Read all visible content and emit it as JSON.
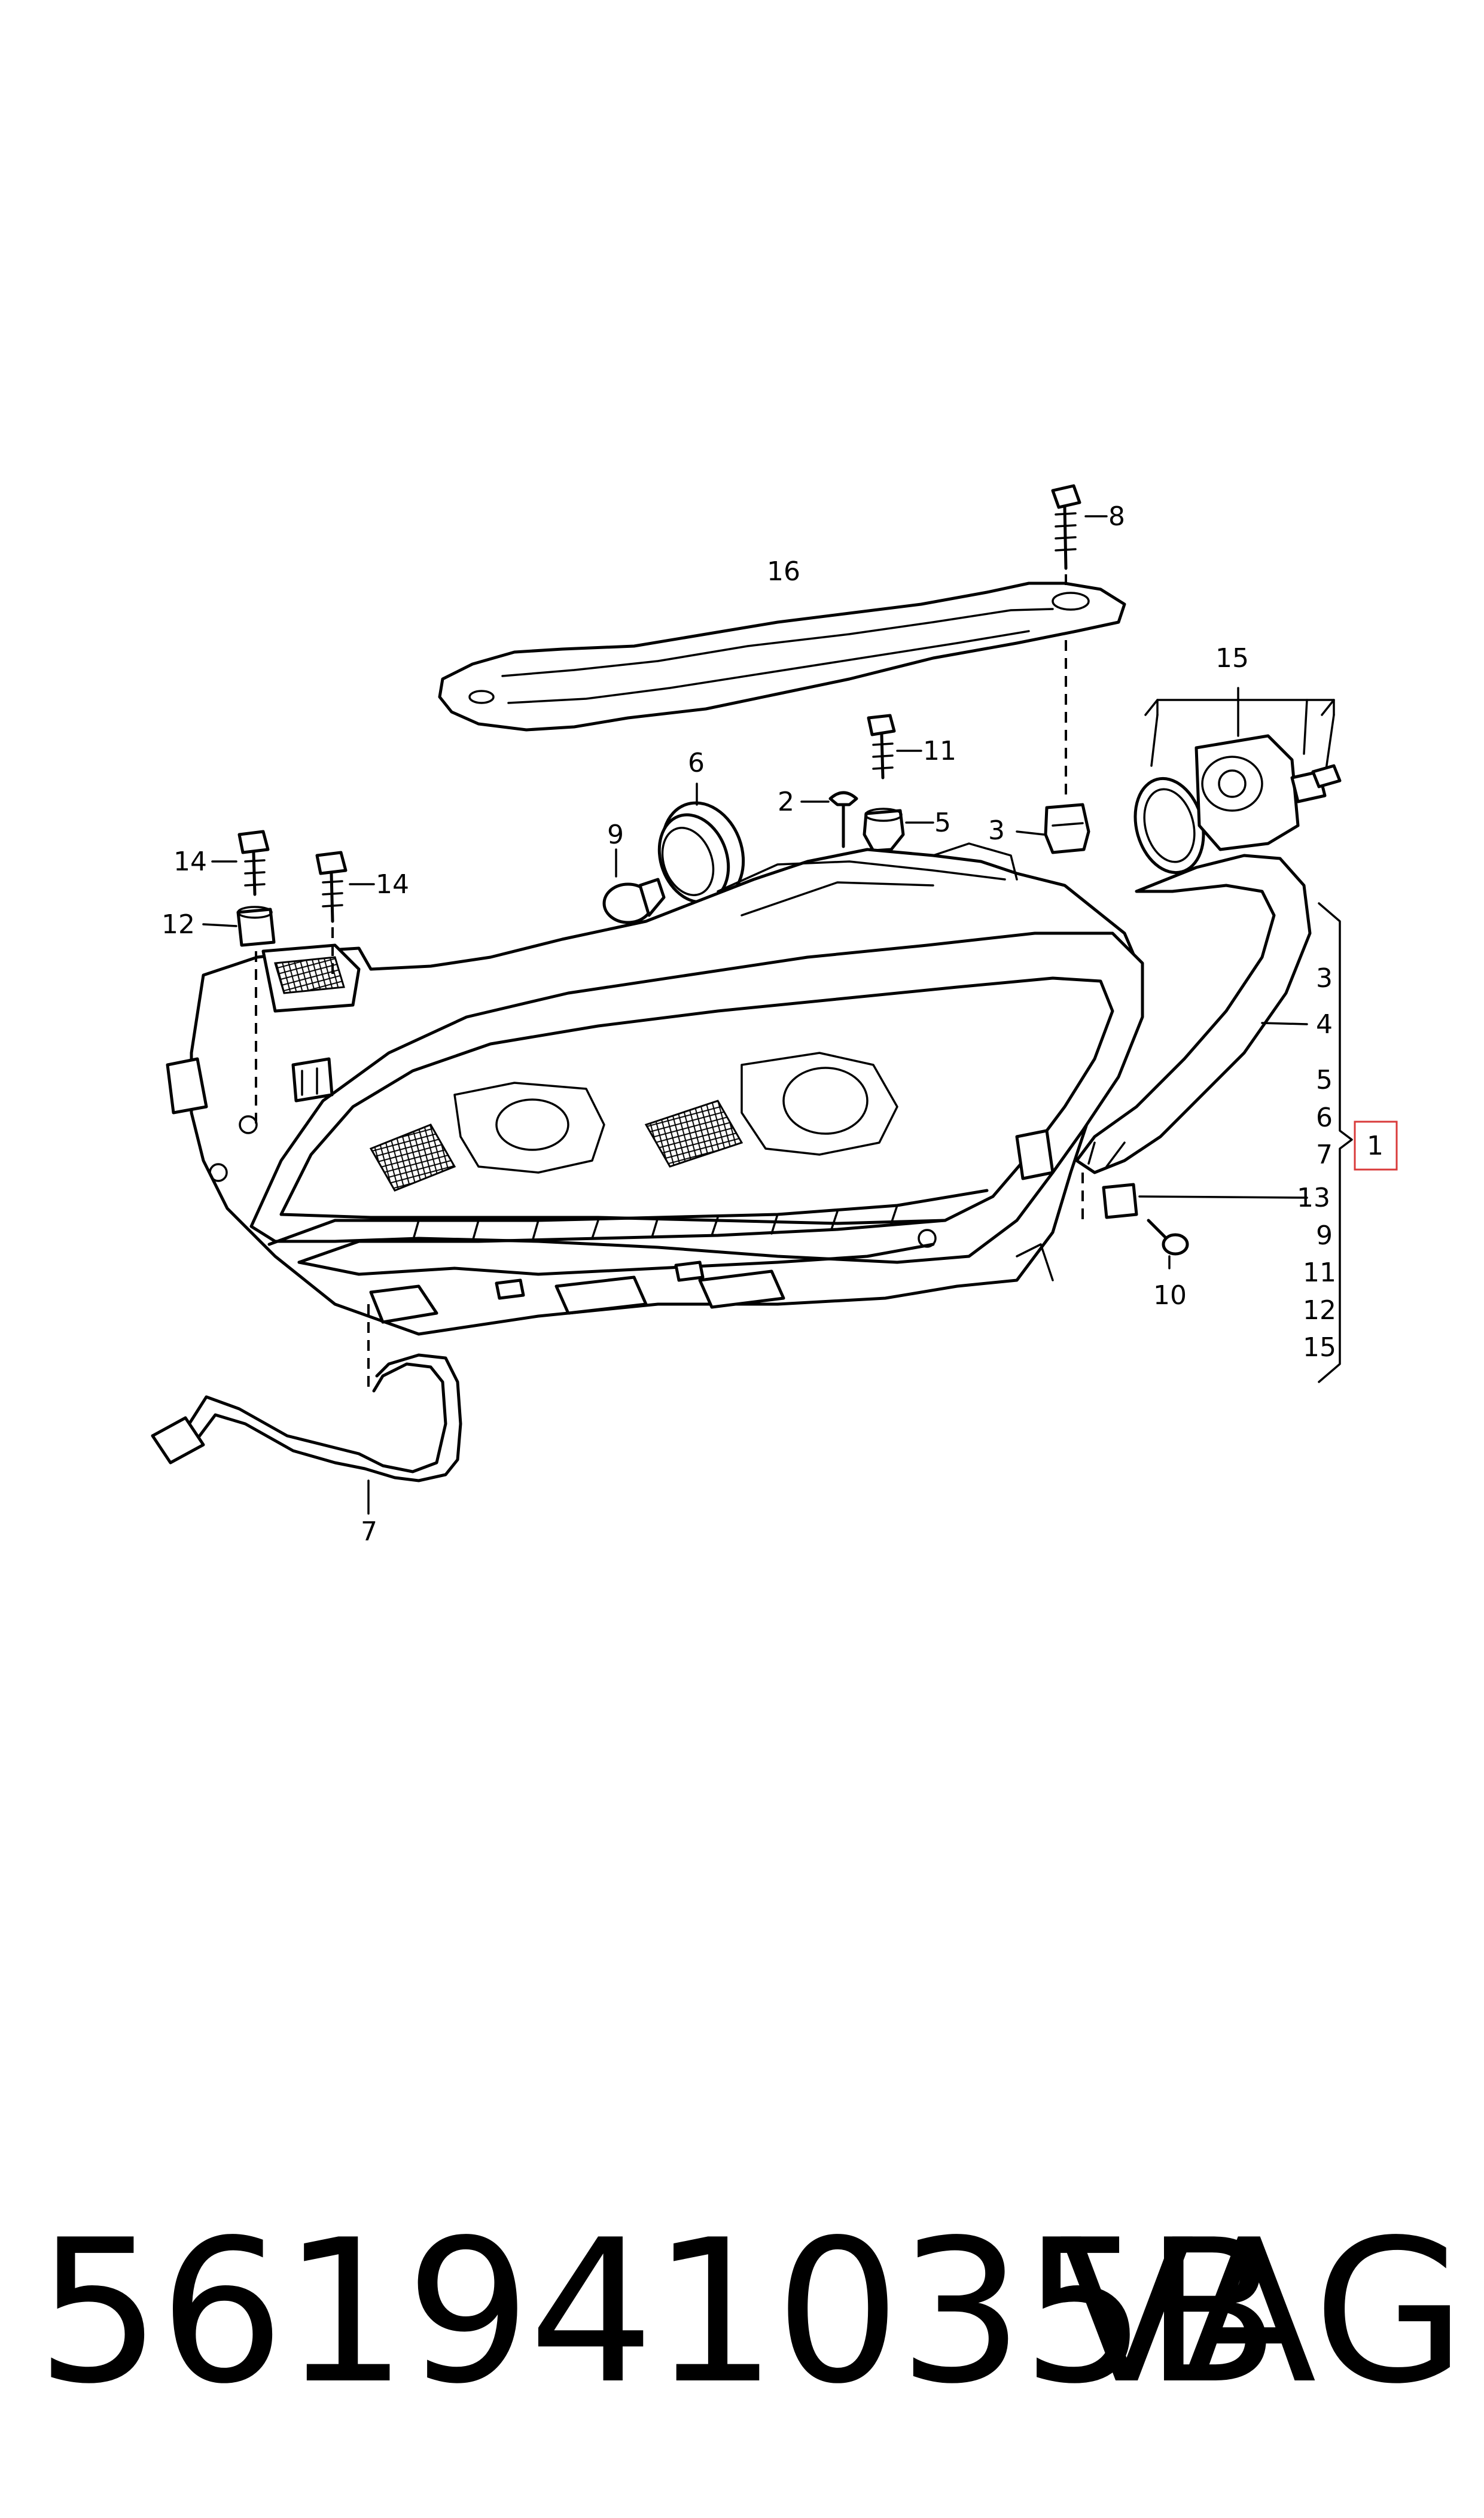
{
  "callouts": {
    "c1": "1",
    "c2": "2",
    "c3a": "3",
    "c3b": "3",
    "c4": "4",
    "c5a": "5",
    "c5b": "5",
    "c6a": "6",
    "c6b": "6",
    "c7a": "7",
    "c7b": "7",
    "c8": "8",
    "c9a": "9",
    "c9b": "9",
    "c10": "10",
    "c11a": "11",
    "c11b": "11",
    "c12a": "12",
    "c12b": "12",
    "c13": "13",
    "c14a": "14",
    "c14b": "14",
    "c15a": "15",
    "c15b": "15",
    "c16": "16"
  },
  "footer": {
    "part_number": "561941035B",
    "brand": "VAG"
  },
  "colors": {
    "line": "#000000",
    "highlight_box": "#d93a3a",
    "background": "#ffffff"
  }
}
